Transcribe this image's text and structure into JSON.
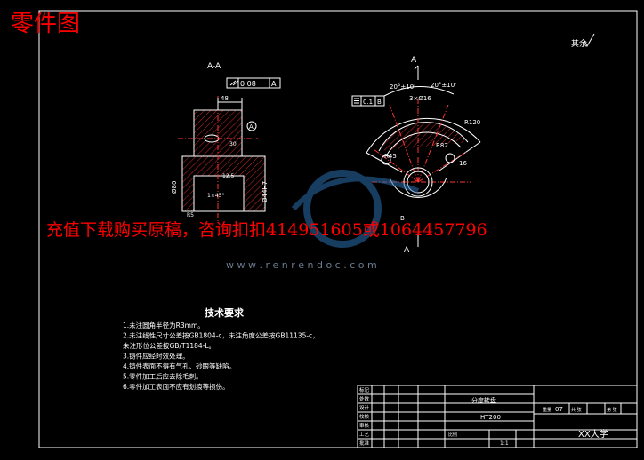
{
  "overlay": {
    "title": "零件图",
    "ad": "充值下载购买原稿，咨询扣扣414951605或1064457796",
    "watermark": "w w w . r e n r e n d o c . c o m"
  },
  "drawing": {
    "section_label": "A-A",
    "roughness_note": "其余",
    "flatness_value": "0.08",
    "flatness_datum": "A",
    "dim_height": "48",
    "dim_diameter": "Ø80",
    "dim_bore": "Ø44H7",
    "dim_chamfer": "1×45°",
    "dim_r5": "R5",
    "dim_30": "30",
    "dim_s1": "12.5",
    "sym_tol_value": "0.1",
    "sym_tol_datum": "B",
    "dim_angle_left": "20°±10'",
    "dim_angle_right": "20°±10'",
    "dim_slot": "3×Ø16",
    "dim_r120": "R120",
    "dim_r82": "R82",
    "dim_r45": "R45",
    "dim_16": "16",
    "dim_b": "B",
    "arrow_a_top": "A",
    "arrow_a_bottom": "A",
    "circle_label": "A"
  },
  "tech": {
    "title": "技术要求",
    "items": [
      "1.未注圆角半径为R3mm。",
      "2.未注线性尺寸公差按GB1804-c，未注角度公差按GB11135-c，",
      "   未注形位公差按GB/T1184-L。",
      "3.铸件应经时效处理。",
      "4.铸件表面不得有气孔、砂眼等缺陷。",
      "5.零件加工后应去除毛刺。",
      "6.零件加工表面不应有划痕等损伤。"
    ]
  },
  "title_block": {
    "part_name": "分度转盘",
    "material": "HT200",
    "school": "XX大学",
    "ratio": "1:1",
    "drawing_no": "07",
    "row_labels": [
      "标记",
      "处数",
      "设计",
      "校核",
      "审核",
      "工艺",
      "批准"
    ],
    "sheet_label": "共 张",
    "page_label": "第 张",
    "weight_label": "重量",
    "scale_label": "比例"
  }
}
